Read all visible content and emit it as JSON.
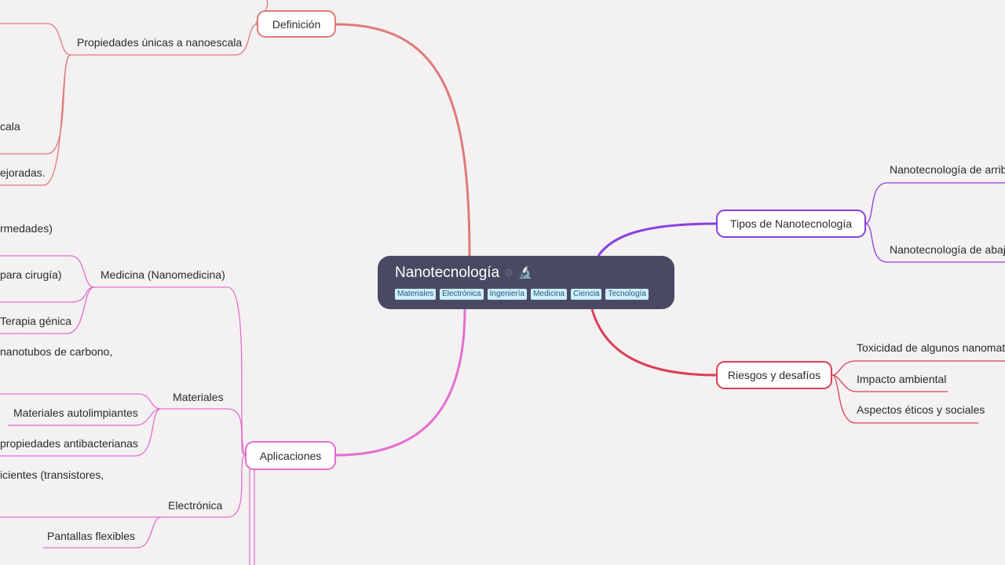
{
  "root": {
    "title": "Nanotecnología",
    "tags": [
      "Materiales",
      "Electrónica",
      "Ingeniería",
      "Medicina",
      "Ciencia",
      "Tecnología"
    ]
  },
  "colors": {
    "definicion": "#e07a7a",
    "aplicaciones": "#e26fd0",
    "tipos": "#8a3fe0",
    "riesgos": "#dd3f55",
    "root": "#4a4963",
    "background": "#f3f1f1"
  },
  "branches": {
    "definicion": {
      "label": "Definición",
      "children": {
        "propiedades": "Propiedades únicas a nanoescala",
        "cut_escala": "cala",
        "cut_mejoradas": "ejoradas."
      }
    },
    "aplicaciones": {
      "label": "Aplicaciones",
      "medicina": {
        "label": "Medicina (Nanomedicina)",
        "cut_enfermedades": "rmedades)",
        "cut_cirugia": "para cirugía)",
        "cut_terapia": "Terapia génica"
      },
      "materiales": {
        "label": "Materiales",
        "cut_nanotubos": "nanotubos de carbono,",
        "autolimpiantes": "Materiales autolimpiantes",
        "cut_antibacterianas": "propiedades antibacterianas"
      },
      "electronica": {
        "label": "Electrónica",
        "cut_transistores": "icientes (transistores,",
        "pantallas": "Pantallas flexibles"
      }
    },
    "tipos": {
      "label": "Tipos de Nanotecnología",
      "arriba": "Nanotecnología de arriba",
      "abajo": "Nanotecnología de abajo"
    },
    "riesgos": {
      "label": "Riesgos y desafíos",
      "toxicidad": "Toxicidad de algunos nanomate",
      "impacto": "Impacto ambiental",
      "eticos": "Aspectos éticos y sociales"
    }
  }
}
